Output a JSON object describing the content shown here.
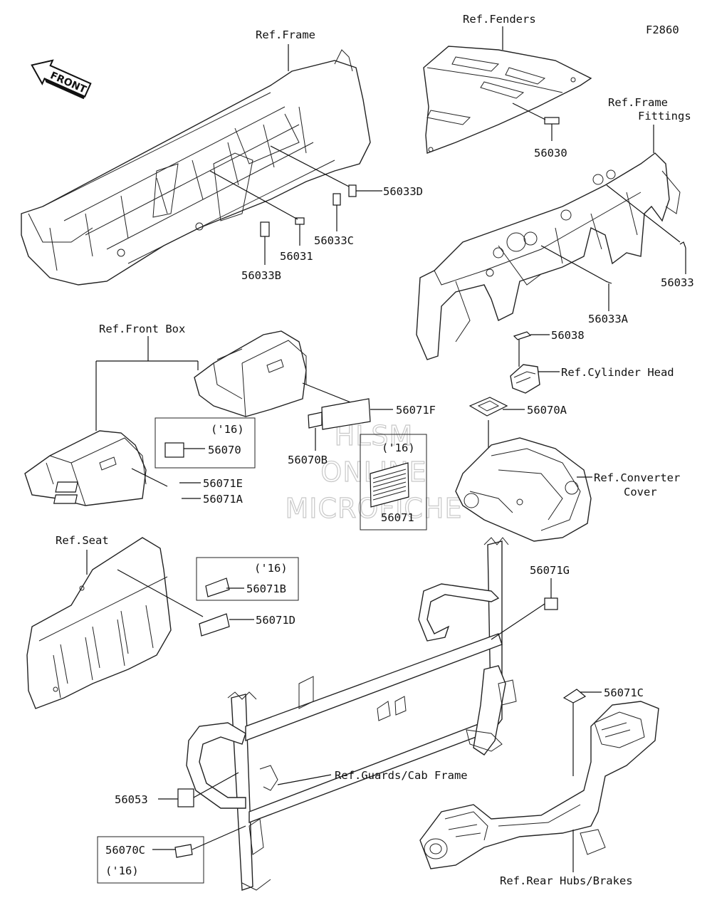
{
  "figure_code": "F2860",
  "front_arrow": "FRONT",
  "watermark": [
    "HLSM",
    "ONLINE",
    "MICROFICHE"
  ],
  "refs": {
    "frame": "Ref.Frame",
    "fenders": "Ref.Fenders",
    "frame_fittings_1": "Ref.Frame",
    "frame_fittings_2": "Fittings",
    "front_box": "Ref.Front Box",
    "cylinder_head": "Ref.Cylinder Head",
    "converter_1": "Ref.Converter",
    "converter_2": "Cover",
    "seat": "Ref.Seat",
    "guards": "Ref.Guards/Cab Frame",
    "rear_hubs": "Ref.Rear Hubs/Brakes"
  },
  "parts": {
    "p56030": "56030",
    "p56033D": "56033D",
    "p56033C": "56033C",
    "p56031": "56031",
    "p56033B": "56033B",
    "p56033": "56033",
    "p56033A": "56033A",
    "p56038": "56038",
    "p56071F": "56071F",
    "p56070A": "56070A",
    "p56070": "56070",
    "p56070B": "56070B",
    "p56071": "56071",
    "p56071E": "56071E",
    "p56071A": "56071A",
    "p56071B": "56071B",
    "p56071D": "56071D",
    "p56071G": "56071G",
    "p56071C": "56071C",
    "p56053": "56053",
    "p56070C": "56070C"
  },
  "year_notes": {
    "y16_a": "('16)",
    "y16_b": "('16)",
    "y16_c": "('16)",
    "y16_d": "('16)"
  }
}
